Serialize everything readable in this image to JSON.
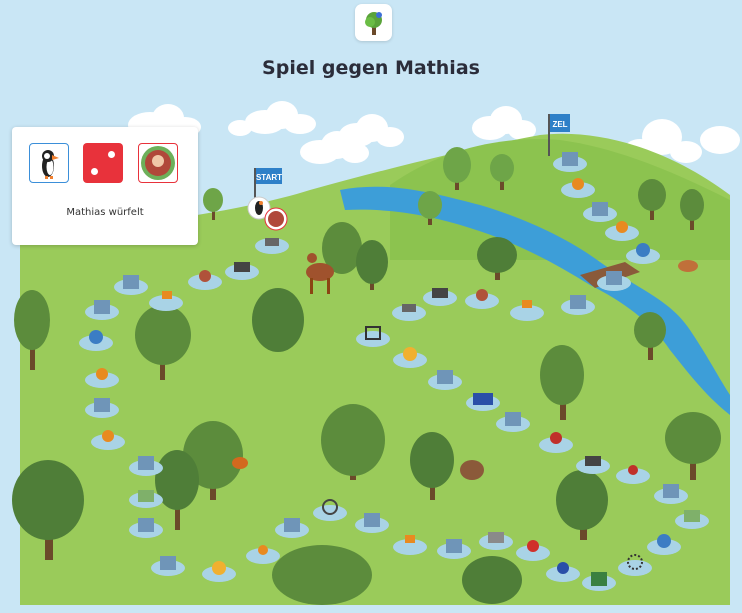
{
  "title": "Spiel gegen Mathias",
  "status_text": "Mathias würfelt",
  "board": {
    "start_label": "START",
    "goal_label": "ZEL"
  },
  "dice_value": 2,
  "colors": {
    "background": "#c9e6f5",
    "grass": "#9acb5a",
    "hill": "#8cc34f",
    "river": "#3d9ed8",
    "field": "#a9d3e6",
    "dice": "#e8323b",
    "player_border": "#3b8fd9"
  },
  "fields": [
    {
      "icon": "map-icon"
    },
    {
      "icon": "cart-icon"
    },
    {
      "icon": "museum-icon"
    },
    {
      "icon": "compass-icon"
    },
    {
      "icon": "map-icon"
    },
    {
      "icon": "flag-icon"
    },
    {
      "icon": "map-icon"
    },
    {
      "icon": "globe-icon"
    },
    {
      "icon": "hexagon-icon"
    },
    {
      "icon": "map-icon"
    },
    {
      "icon": "hexagon-icon"
    },
    {
      "icon": "map-icon"
    },
    {
      "icon": "photo-icon"
    },
    {
      "icon": "map-icon"
    },
    {
      "icon": "map-icon"
    },
    {
      "icon": "question-icon"
    },
    {
      "icon": "people-icon"
    },
    {
      "icon": "map-icon"
    },
    {
      "icon": "peace-icon"
    },
    {
      "icon": "map-icon"
    },
    {
      "icon": "flag-icon"
    },
    {
      "icon": "map-icon"
    },
    {
      "icon": "wallet-icon"
    },
    {
      "icon": "pin-icon"
    },
    {
      "icon": "person-icon"
    },
    {
      "icon": "euro-icon"
    },
    {
      "icon": "cycle-icon"
    },
    {
      "icon": "globe-icon"
    },
    {
      "icon": "photo-icon"
    },
    {
      "icon": "map-icon"
    },
    {
      "icon": "person-icon"
    },
    {
      "icon": "museum-icon"
    },
    {
      "icon": "person-icon"
    },
    {
      "icon": "map-icon"
    },
    {
      "icon": "eu-flag-icon"
    },
    {
      "icon": "map-icon"
    },
    {
      "icon": "question-icon"
    },
    {
      "icon": "focus-icon"
    },
    {
      "icon": "cart-icon"
    },
    {
      "icon": "museum-icon"
    },
    {
      "icon": "compass-icon"
    },
    {
      "icon": "flag-icon"
    },
    {
      "icon": "map-icon"
    },
    {
      "icon": "map-icon"
    },
    {
      "icon": "globe-icon"
    },
    {
      "icon": "hexagon-icon"
    },
    {
      "icon": "map-icon"
    },
    {
      "icon": "hexagon-icon"
    },
    {
      "icon": "map-icon"
    }
  ]
}
